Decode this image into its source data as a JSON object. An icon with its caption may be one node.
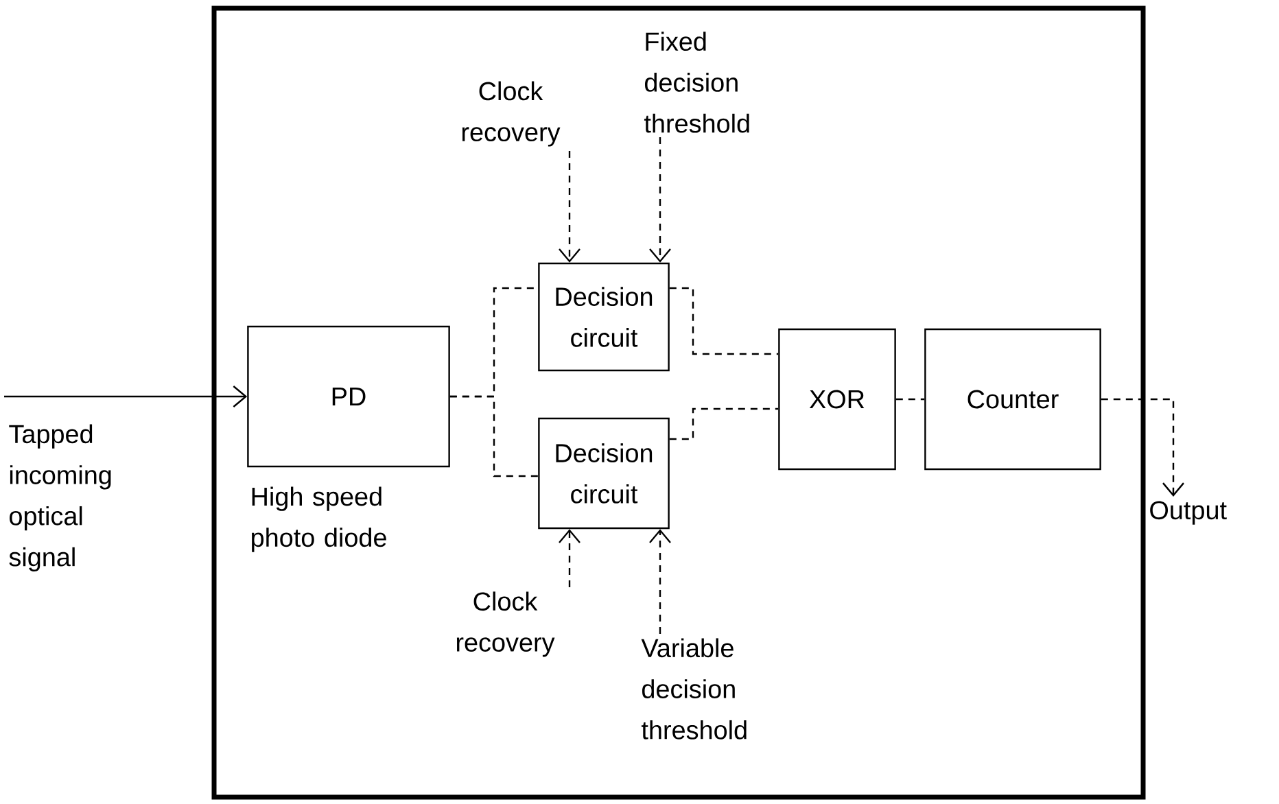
{
  "diagram": {
    "nodes": [
      {
        "text": [],
        "shape": "box"
      },
      {
        "text": [
          "Tapped incoming optical signal"
        ]
      },
      {
        "text": [
          "PD"
        ],
        "beside": [
          "High speed photo diode"
        ],
        "in": 0
      },
      {
        "text": [
          "Clock recovery"
        ],
        "in": 0
      },
      {
        "text": [
          "Fixed decision threshold"
        ],
        "in": 0
      },
      {
        "text": [
          "Decision circuit"
        ],
        "in": 0
      },
      {
        "text": [
          "Decision circuit"
        ],
        "in": 0
      },
      {
        "text": [
          "Clock recovery"
        ],
        "in": 0
      },
      {
        "text": [
          "Variable decision threshold"
        ],
        "in": 0
      },
      {
        "text": [
          "XOR"
        ],
        "in": 0
      },
      {
        "text": [
          "Counter"
        ],
        "in": 0
      },
      {
        "text": [
          "Output"
        ]
      }
    ],
    "edges": [
      {
        "from": 1,
        "to": 2,
        "arrow": "to"
      },
      {
        "from": 2,
        "to": 5,
        "arrow": "none",
        "style": "dashed"
      },
      {
        "from": 2,
        "to": 6,
        "arrow": "none",
        "style": "dashed"
      },
      {
        "from": 3,
        "to": 5,
        "arrow": "to",
        "style": "dashed"
      },
      {
        "from": 4,
        "to": 5,
        "arrow": "to",
        "style": "dashed"
      },
      {
        "from": 7,
        "to": 6,
        "arrow": "to",
        "style": "dashed"
      },
      {
        "from": 8,
        "to": 6,
        "arrow": "to",
        "style": "dashed"
      },
      {
        "from": 5,
        "to": 9,
        "arrow": "none",
        "style": "dashed"
      },
      {
        "from": 6,
        "to": 9,
        "arrow": "none",
        "style": "dashed"
      },
      {
        "from": 9,
        "to": 10,
        "arrow": "none",
        "style": "dashed"
      },
      {
        "from": 10,
        "to": 11,
        "arrow": "to",
        "style": "dashed"
      }
    ]
  }
}
